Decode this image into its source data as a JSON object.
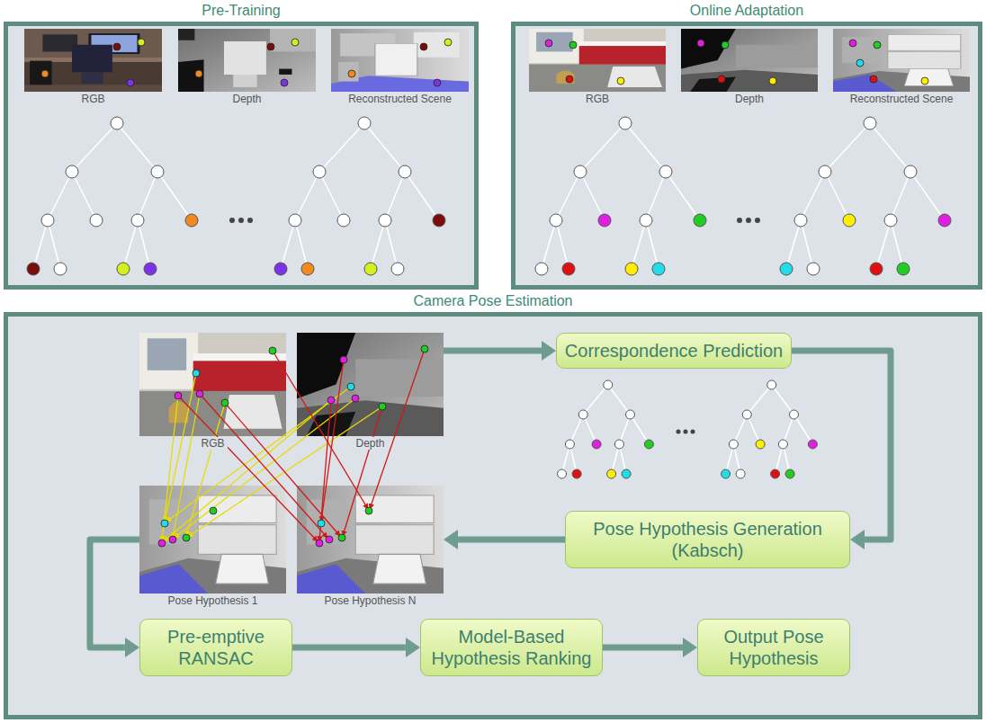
{
  "diagram": {
    "nodes": [
      {
        "text": [
          "Pre-Training"
        ]
      },
      {
        "text": [
          "RGB"
        ],
        "in": 0
      },
      {
        "text": [
          "Depth"
        ],
        "in": 0
      },
      {
        "text": [
          "Reconstructed Scene"
        ],
        "in": 0
      },
      {
        "text": [
          "Online Adaptation"
        ]
      },
      {
        "text": [
          "RGB"
        ],
        "in": 4
      },
      {
        "text": [
          "Depth"
        ],
        "in": 4
      },
      {
        "text": [
          "Reconstructed Scene"
        ],
        "in": 4
      },
      {
        "text": [
          "Camera Pose Estimation"
        ]
      },
      {
        "text": [
          "RGB"
        ],
        "in": 8
      },
      {
        "text": [
          "Depth"
        ],
        "in": 8
      },
      {
        "text": [
          "Correspondence Prediction"
        ],
        "in": 8
      },
      {
        "text": [
          "Pose Hypothesis 1"
        ],
        "in": 8
      },
      {
        "text": [
          "Pose Hypothesis N"
        ],
        "in": 8
      },
      {
        "text": [
          "Pose Hypothesis Generation (Kabsch)"
        ],
        "in": 8
      },
      {
        "text": [
          "Pre-emptive RANSAC"
        ],
        "in": 8
      },
      {
        "text": [
          "Model-Based Hypothesis Ranking"
        ],
        "in": 8
      },
      {
        "text": [
          "Output Pose Hypothesis"
        ],
        "in": 8
      }
    ],
    "edges": [
      {
        "from": 10,
        "to": 11,
        "arrow": "to"
      },
      {
        "from": 11,
        "to": 14,
        "arrow": "to"
      },
      {
        "from": 14,
        "to": 13,
        "arrow": "to"
      },
      {
        "from": 12,
        "to": 15,
        "arrow": "to"
      },
      {
        "from": 15,
        "to": 16,
        "arrow": "to"
      },
      {
        "from": 16,
        "to": 17,
        "arrow": "to"
      }
    ]
  }
}
